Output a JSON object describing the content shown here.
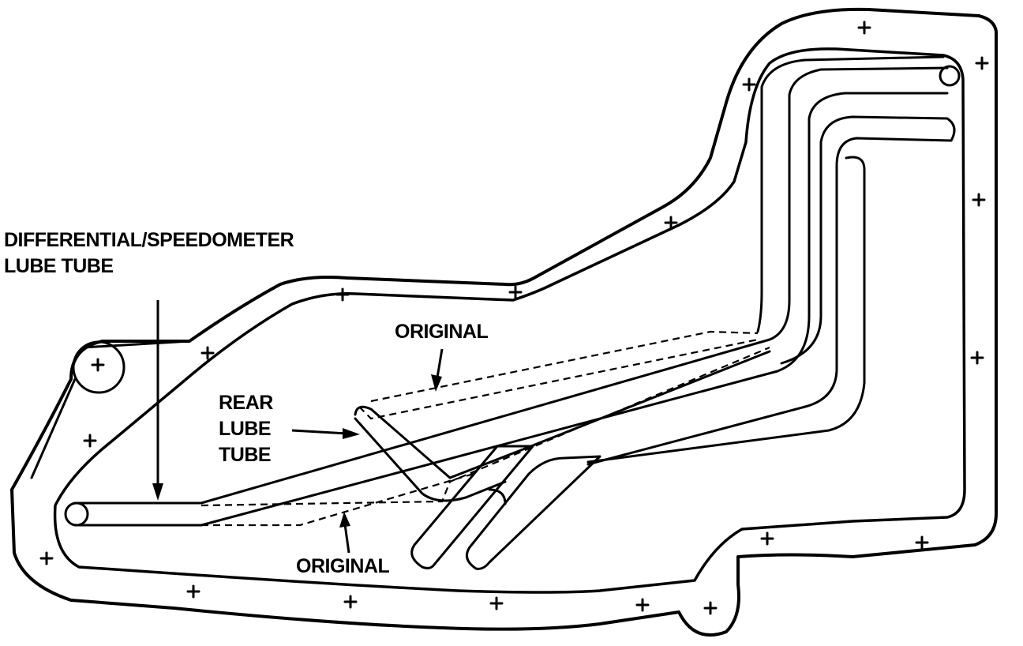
{
  "labels": {
    "diff_line1": "DIFFERENTIAL/SPEEDOMETER",
    "diff_line2": "LUBE TUBE",
    "original_top": "ORIGINAL",
    "rear_line1": "REAR",
    "rear_line2": "LUBE",
    "rear_line3": "TUBE",
    "original_bottom": "ORIGINAL"
  },
  "icons": {
    "bolt_marker": "plus-icon",
    "pointer": "arrow-icon"
  }
}
